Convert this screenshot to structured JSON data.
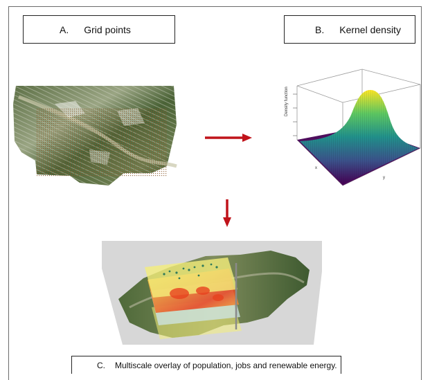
{
  "panel_a": {
    "letter": "A.",
    "title": "Grid points"
  },
  "panel_b": {
    "letter": "B.",
    "title": "Kernel density",
    "z_axis_label": "Density function",
    "x_axis_label": "x",
    "y_axis_label": "y"
  },
  "panel_c": {
    "letter": "C.",
    "caption": "Multiscale overlay of population, jobs and renewable energy."
  },
  "colors": {
    "arrow": "#c0131a",
    "box_border": "#222222",
    "frame": "#6b6b6b",
    "terrain_dark": "#3f5a32",
    "terrain_light": "#8d9a6a",
    "grid_dot": "#8a5a2b",
    "overlay_yellow": "#f4ee7a",
    "overlay_hot": "#e8421f"
  },
  "icons": {
    "arrow_right": "right-arrow-icon",
    "arrow_down": "down-arrow-icon"
  }
}
